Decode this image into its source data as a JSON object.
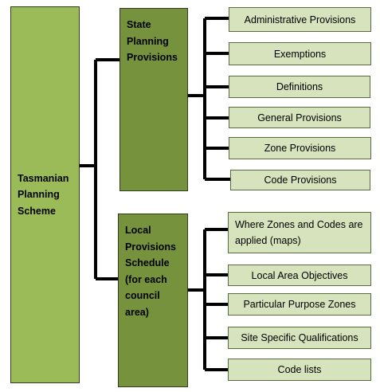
{
  "root": {
    "label": "Tasmanian\nPlanning\nScheme",
    "fill": "#9bbb59"
  },
  "state": {
    "label": "State\nPlanning\nProvisions",
    "fill": "#76923c",
    "items": [
      "Administrative Provisions",
      "Exemptions",
      "Definitions",
      "General Provisions",
      "Zone Provisions",
      "Code Provisions"
    ]
  },
  "local": {
    "label": "Local\nProvisions\nSchedule\n(for each\ncouncil\narea)",
    "fill": "#76923c",
    "items": [
      "Where Zones and Codes are applied (maps)",
      "Local Area Objectives",
      "Particular Purpose Zones",
      "Site Specific Qualifications",
      "Code lists"
    ]
  },
  "leaf_fill": "#d6e3bc",
  "connector_color": "#000000"
}
